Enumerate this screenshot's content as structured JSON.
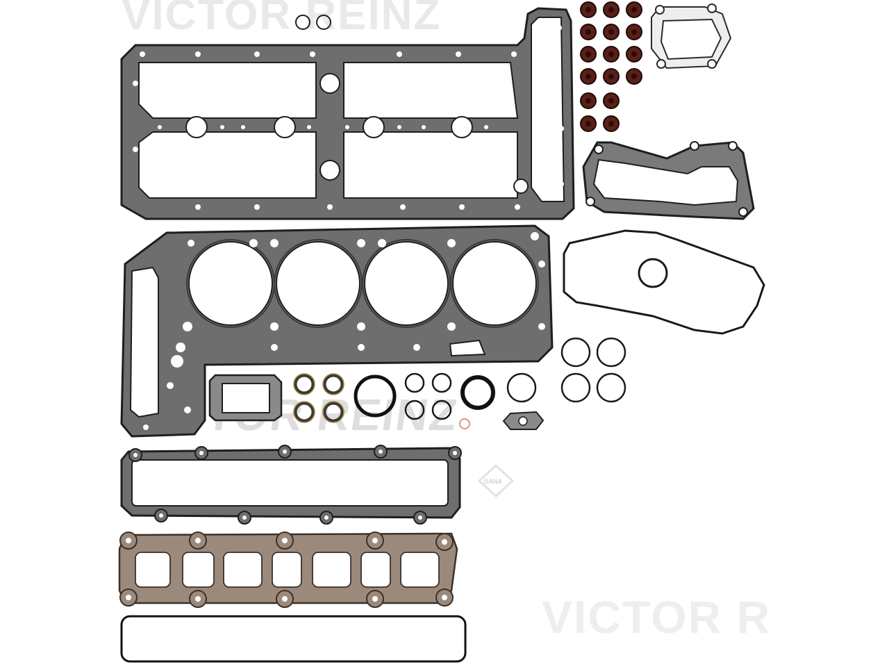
{
  "watermark": {
    "brand_top": "VICTOR REINZ",
    "brand_middle": "VICTOR REINZ",
    "brand_bottom": "VICTOR R",
    "seal_text": "DANA"
  },
  "colors": {
    "background": "#ffffff",
    "gasket_fill": "#6e6e6e",
    "gasket_stroke": "#1e1e1e",
    "fiber_fill": "#9b8a7c",
    "valve_seal": "#5a2018",
    "washer_copper": "#d9967a",
    "watermark": "#e6e6e6"
  }
}
